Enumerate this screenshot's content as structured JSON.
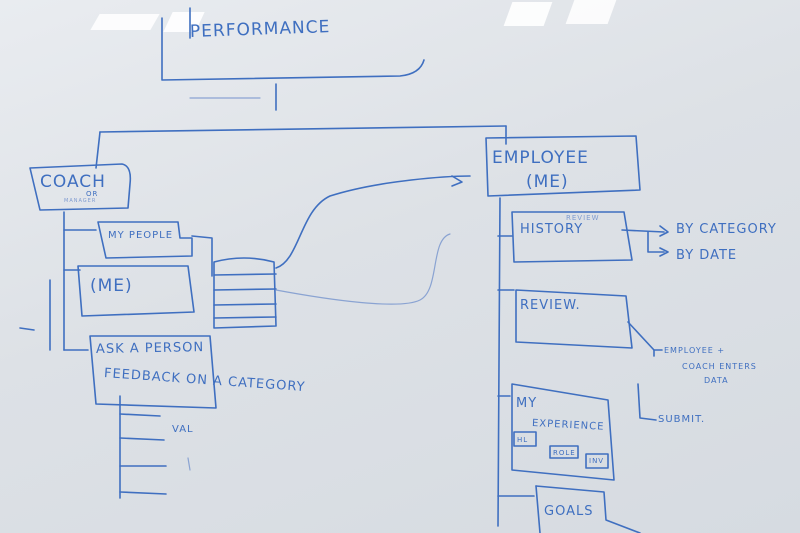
{
  "nodes": {
    "performance": "PERFORMANCE",
    "coach": "COACH",
    "coach_or": "OR",
    "coach_manager": "MANAGER",
    "my_people": "MY PEOPLE",
    "me_left": "(ME)",
    "ask_feedback_line1": "ASK A PERSON",
    "ask_feedback_line2": "FEEDBACK ON A CATEGORY",
    "value_label": "VAL",
    "employee_line1": "EMPLOYEE",
    "employee_line2": "(ME)",
    "history": "HISTORY",
    "history_note": "REVIEW",
    "by_category": "BY CATEGORY",
    "by_date": "BY DATE",
    "review": "REVIEW.",
    "employee_coach_line1": "EMPLOYEE +",
    "employee_coach_line2": "COACH ENTERS",
    "employee_coach_line3": "DATA",
    "submit": "SUBMIT.",
    "my_experience_line1": "MY",
    "my_experience_line2": "EXPERIENCE",
    "exp_tag_1": "HL",
    "exp_tag_2": "ROLE",
    "exp_tag_3": "INV",
    "goals": "GOALS"
  }
}
